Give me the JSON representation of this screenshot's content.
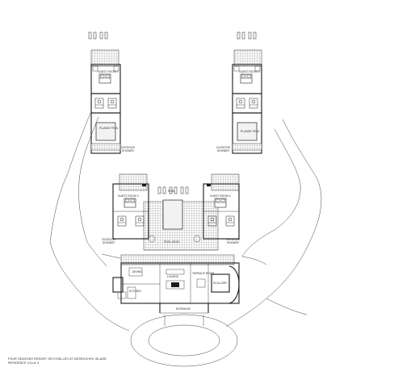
{
  "labels": {
    "guest_room_1": "GUEST ROOM 1",
    "guest_room_2": "GUEST ROOM 2",
    "guest_room_3": "GUEST ROOM 3",
    "guest_room_4": "GUEST ROOM 4",
    "plunge_pool": "PLUNGE POOL",
    "outdoor": "OUTDOOR",
    "shower": "SHOWER",
    "pool": "POOL",
    "pool_deck": "POOL DECK",
    "lounge": "LOUNGE",
    "dining": "DINING",
    "terrace_room": "TERRACE ROOM",
    "kitchen": "KITCHEN",
    "scullery": "SCULLERY",
    "entrance": "ENTRANCE"
  },
  "caption": {
    "line1": "FOUR SEASONS RESORT SEYCHELLES AT DESROCHES ISLAND",
    "line2": "RESIDENCE VILLA 4"
  }
}
